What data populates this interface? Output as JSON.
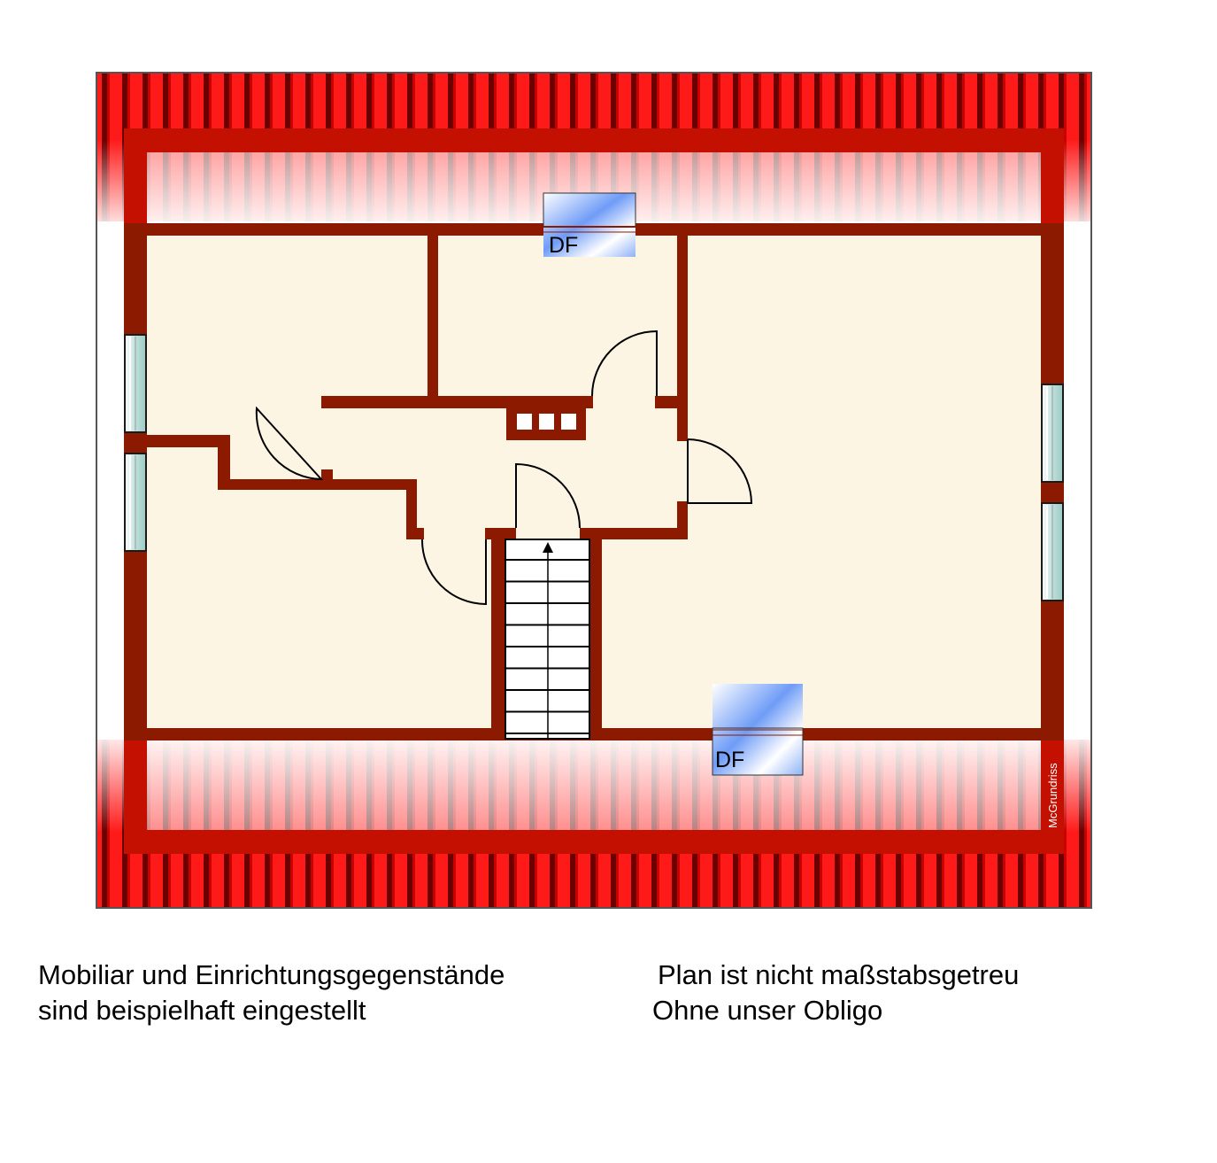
{
  "floorplan": {
    "skylight_label": "DF",
    "watermark": "McGrundriss",
    "stair_icon": "arrow-up-icon",
    "colors": {
      "roof": "#ff1a1a",
      "roof_dark": "#8b0000",
      "wall": "#8b1a00",
      "floor": "#fdf5e4",
      "window_glass": "#cfe6e3",
      "skylight": "#6f9cf7"
    }
  },
  "notes": {
    "left_line1": "Mobiliar und Einrichtungsgegenstände",
    "left_line2": "sind beispielhaft eingestellt",
    "right_line1": "Plan ist nicht maßstabsgetreu",
    "right_line2": "Ohne unser Obligo"
  }
}
